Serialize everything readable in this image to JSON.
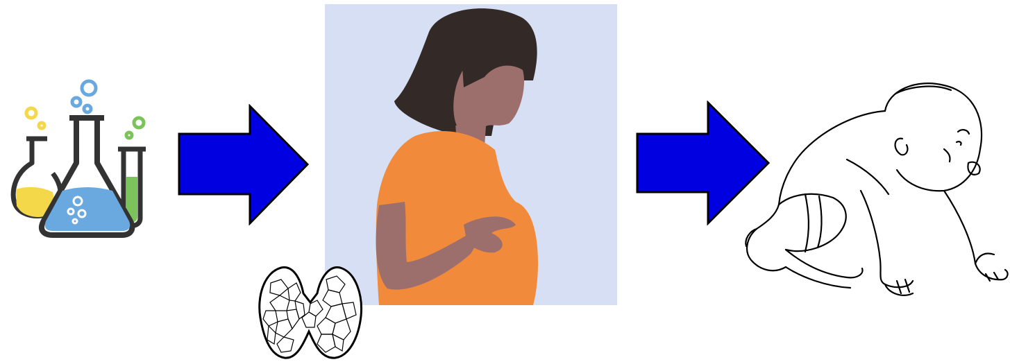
{
  "diagram": {
    "nodes": [
      {
        "id": "chemicals",
        "icon": "lab-flasks-icon"
      },
      {
        "id": "pregnant-woman",
        "icon": "pregnant-woman-icon",
        "panel_color": "#d6dff3"
      },
      {
        "id": "thyroid",
        "icon": "thyroid-gland-icon"
      },
      {
        "id": "baby",
        "icon": "crawling-baby-icon"
      }
    ],
    "edges": [
      {
        "from": "chemicals",
        "to": "pregnant-woman",
        "icon": "right-arrow-icon"
      },
      {
        "from": "pregnant-woman",
        "to": "baby",
        "icon": "right-arrow-icon"
      }
    ],
    "colors": {
      "arrow_fill": "#0000e0",
      "arrow_stroke": "#000000",
      "flask_yellow": "#f5d84a",
      "flask_blue": "#6aa8e0",
      "tube_green": "#7cc35b",
      "shirt_orange": "#f28a3c",
      "skin": "#9c6f6c",
      "hair": "#332a28"
    }
  }
}
